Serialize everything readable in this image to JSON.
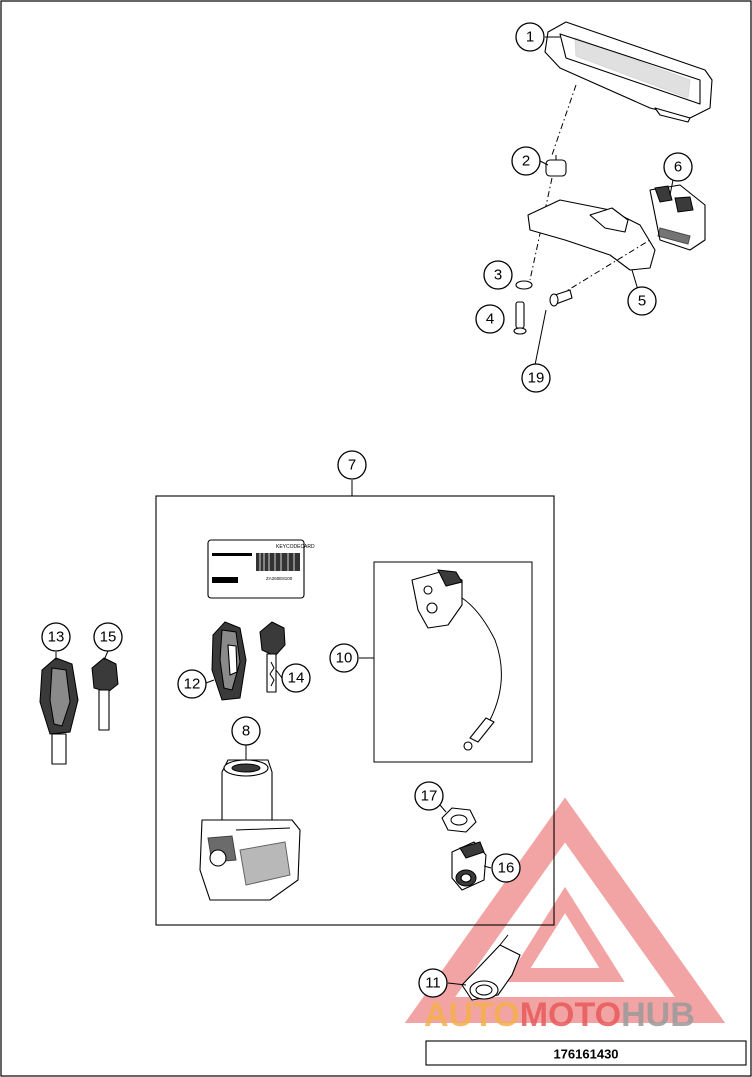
{
  "callouts": [
    {
      "label": "1"
    },
    {
      "label": "2"
    },
    {
      "label": "3"
    },
    {
      "label": "4"
    },
    {
      "label": "5"
    },
    {
      "label": "6"
    },
    {
      "label": "19"
    },
    {
      "label": "7"
    },
    {
      "label": "12"
    },
    {
      "label": "14"
    },
    {
      "label": "8"
    },
    {
      "label": "10"
    },
    {
      "label": "17"
    },
    {
      "label": "16"
    },
    {
      "label": "13"
    },
    {
      "label": "15"
    },
    {
      "label": "11"
    }
  ],
  "card": {
    "title": "KEYCODECARD",
    "code": "ZA260E8100"
  },
  "watermark": {
    "part1": "AUTO",
    "part2": "MOTO",
    "part3": "HUB",
    "color_orange": "#f4b04a",
    "color_red": "#e85a5a",
    "color_grey": "#9a9a9a"
  },
  "footer": {
    "part_number": "176161430"
  }
}
